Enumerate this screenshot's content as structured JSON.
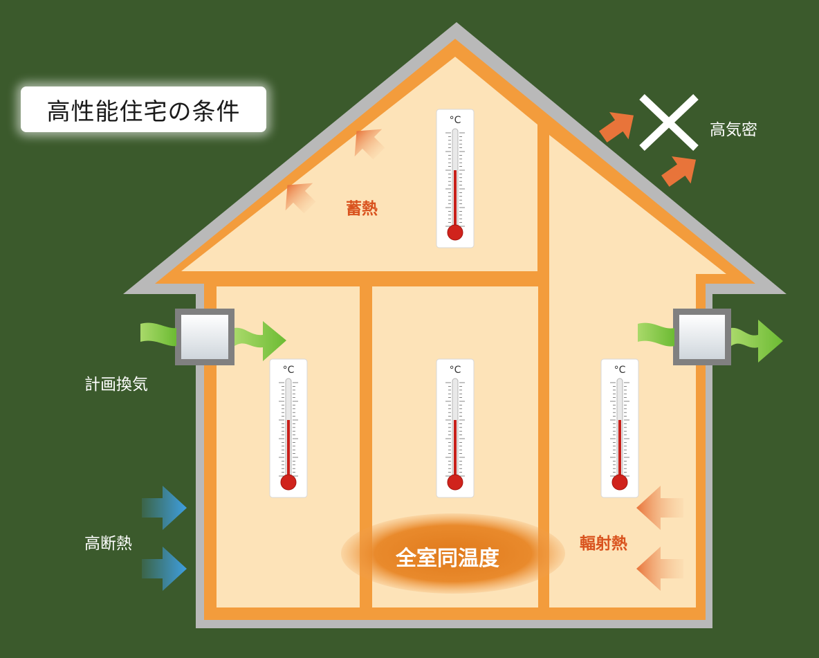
{
  "title": "高性能住宅の条件",
  "labels": {
    "airtight": "高気密",
    "ventilation": "計画換気",
    "insulation": "高断熱",
    "heat_storage": "蓄熱",
    "radiant_heat": "輻射熱",
    "uniform_temp": "全室同温度"
  },
  "thermometer_unit": "°C",
  "colors": {
    "background": "#3b5a2c",
    "frame": "#f39c3c",
    "interior": "#fde3b8",
    "outer_wall": "#b9b9b9",
    "arrow_orange": "#e8833f",
    "arrow_green": "#7cc243",
    "arrow_blue": "#3f9ee0"
  }
}
